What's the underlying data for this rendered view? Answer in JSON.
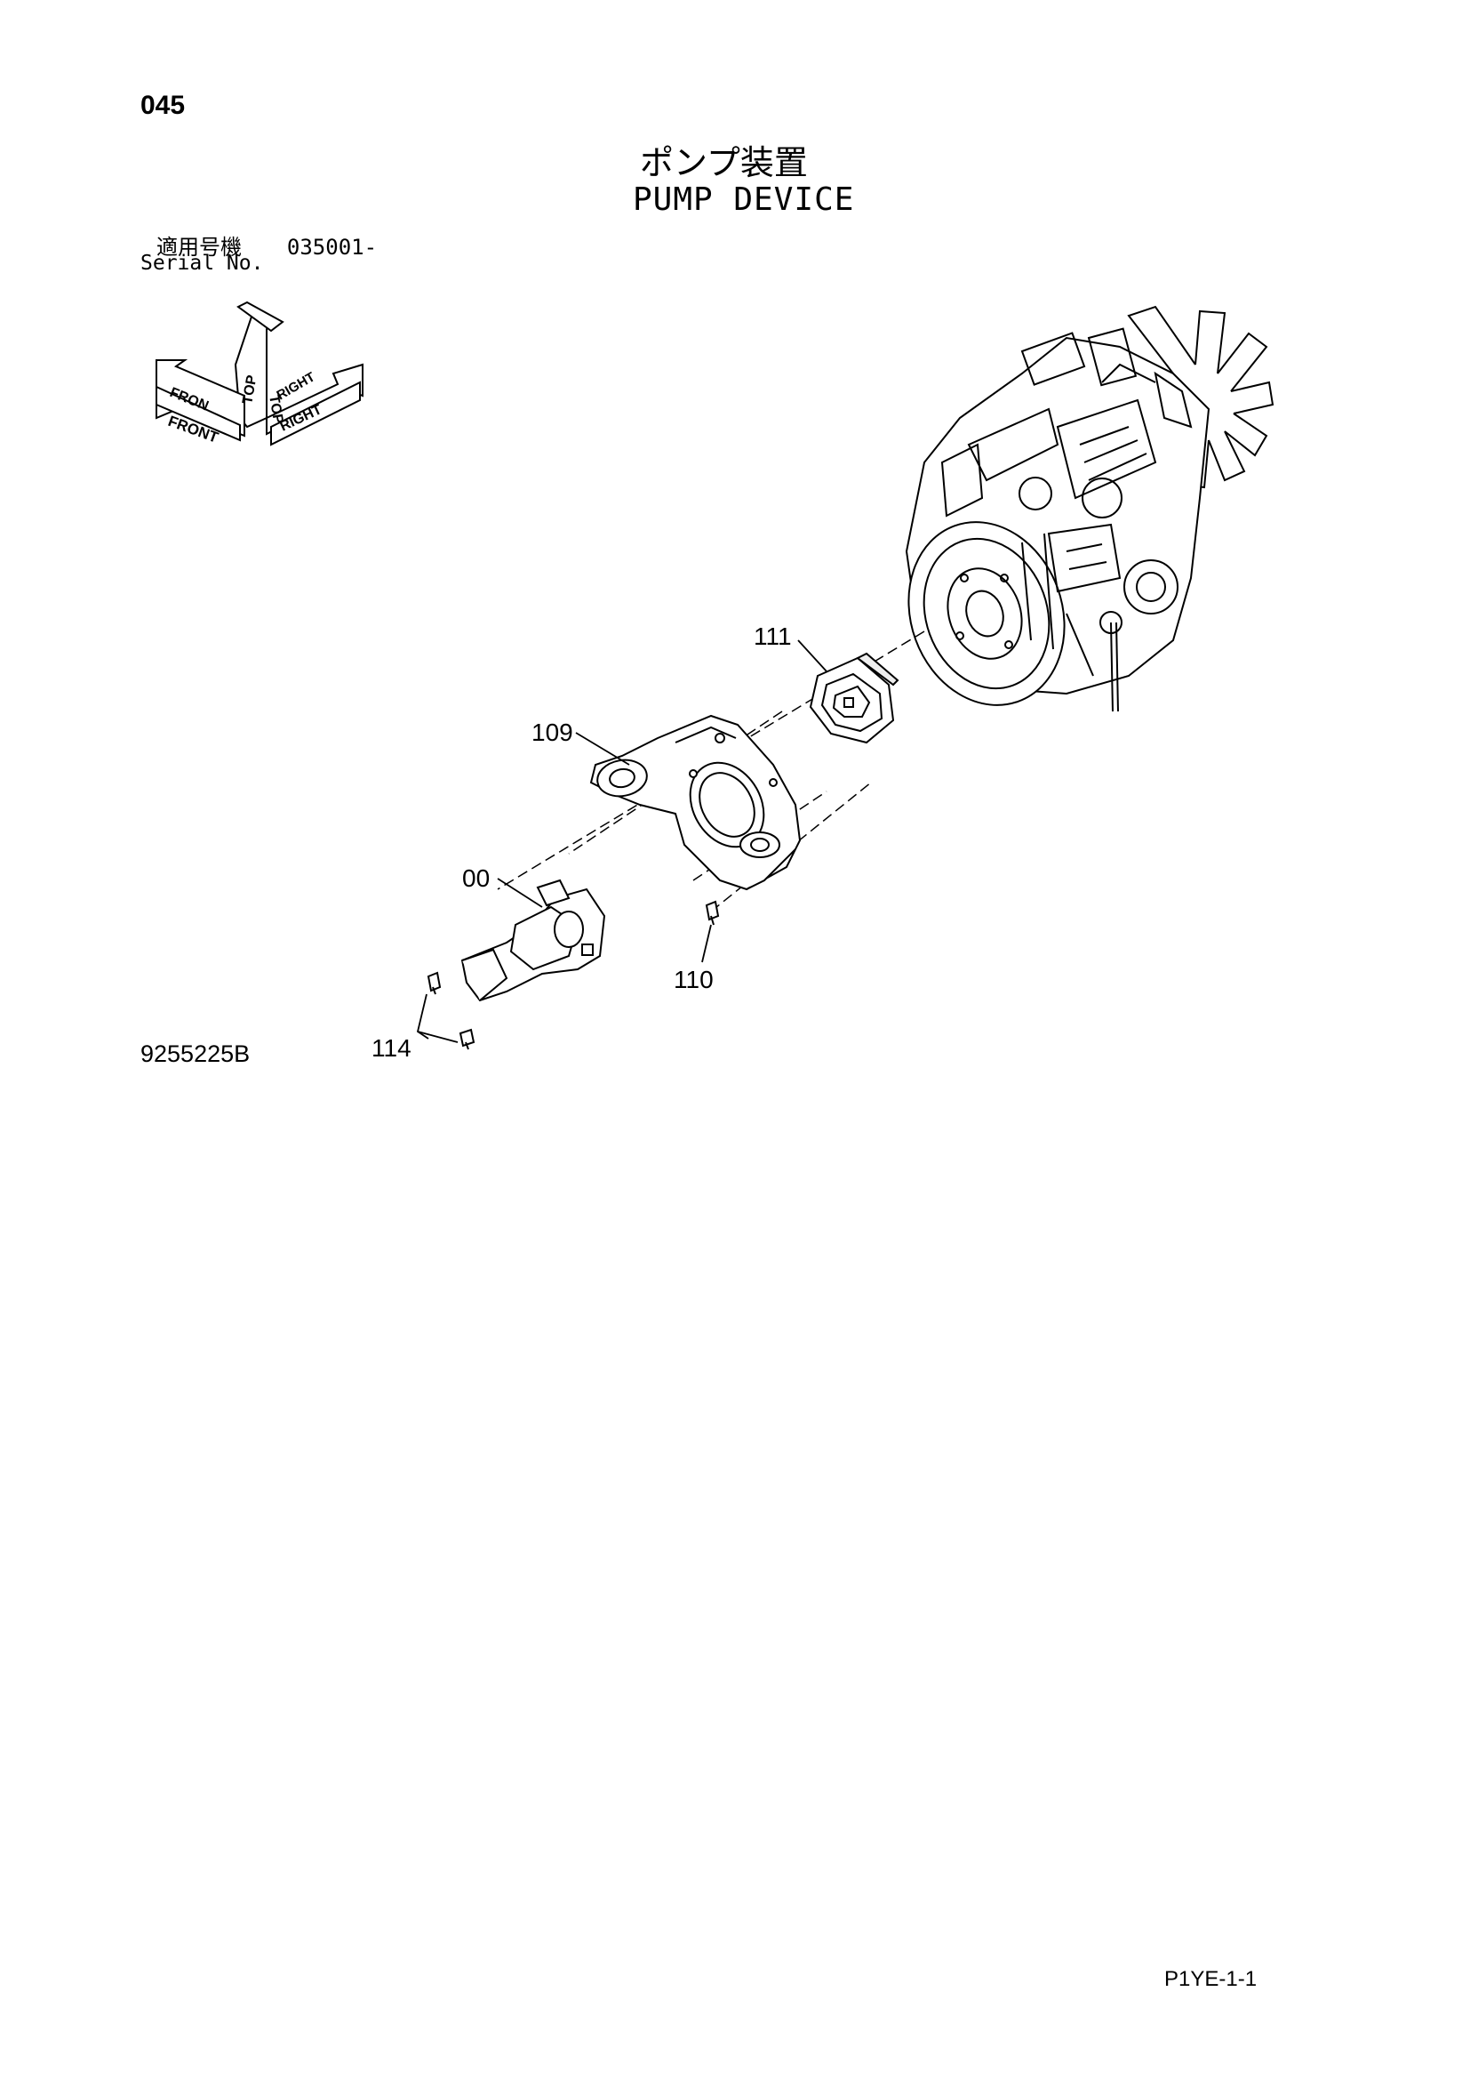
{
  "page": {
    "number": "045",
    "title_jp": "ポンプ装置",
    "title_en": "PUMP DEVICE",
    "serial_label_jp": "適用号機",
    "serial_value": "035001-",
    "serial_label_en": "Serial No.",
    "drawing_number": "9255225B",
    "footer_code": "P1YE-1-1"
  },
  "orientation": {
    "top": "TOP",
    "front": "FRONT",
    "right": "RIGHT",
    "front_partial": "FRON",
    "top2": "TOP",
    "right2": "RIGHT"
  },
  "callouts": [
    {
      "id": "111",
      "label": "111"
    },
    {
      "id": "109",
      "label": "109"
    },
    {
      "id": "00",
      "label": "00"
    },
    {
      "id": "110",
      "label": "110"
    },
    {
      "id": "114",
      "label": "114"
    }
  ],
  "icons": [
    "orientation-arrows-icon",
    "engine-illustration",
    "coupling-part",
    "housing-plate-part",
    "pump-part",
    "bolt-part"
  ]
}
